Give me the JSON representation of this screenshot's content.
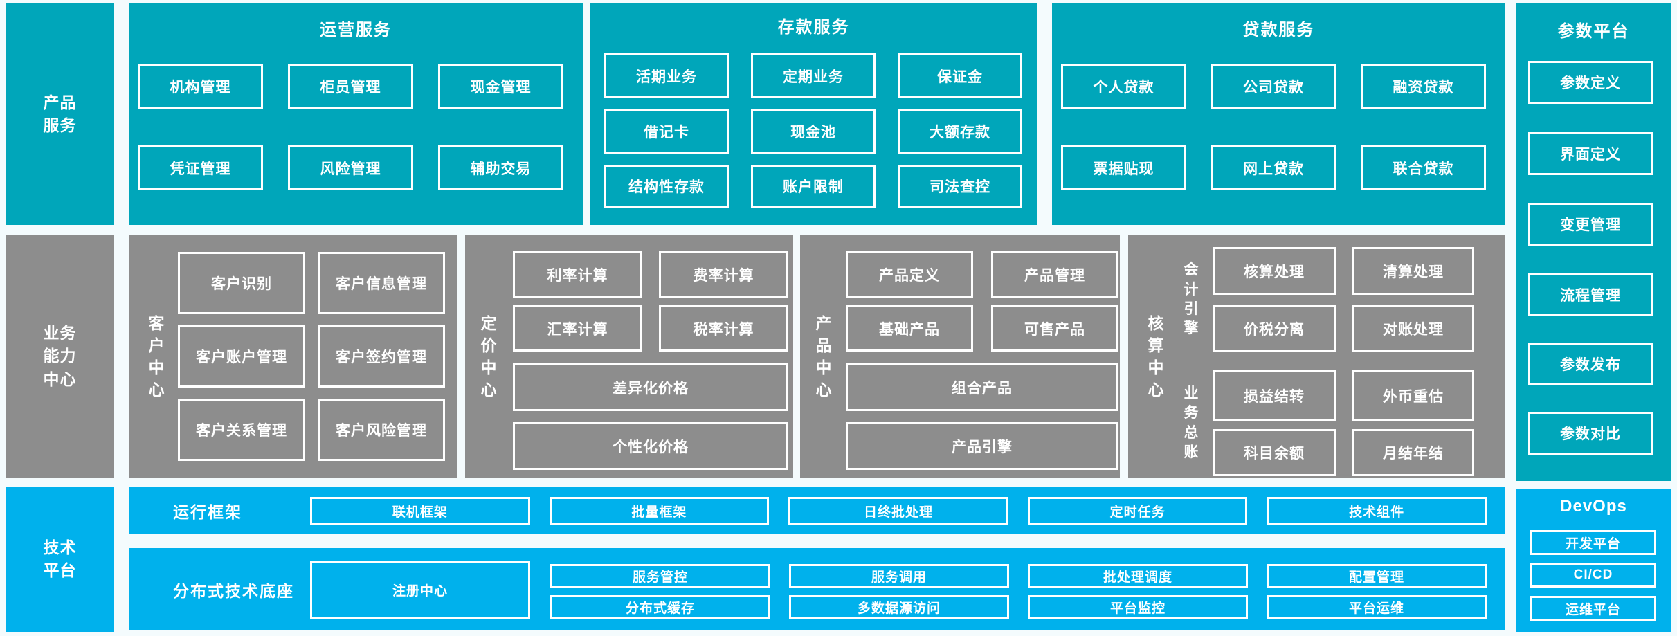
{
  "colors": {
    "teal": "#00a6ba",
    "gray": "#8d8d8d",
    "blue": "#00b1ec",
    "box_border": "#ffffff",
    "text": "#ffffff",
    "background": "#f4fbfd"
  },
  "product_row": {
    "label": "产品\n服务",
    "ops": {
      "title": "运营服务",
      "items": [
        "机构管理",
        "柜员管理",
        "现金管理",
        "凭证管理",
        "风险管理",
        "辅助交易"
      ]
    },
    "dep": {
      "title": "存款服务",
      "items": [
        "活期业务",
        "定期业务",
        "保证金",
        "借记卡",
        "现金池",
        "大额存款",
        "结构性存款",
        "账户限制",
        "司法查控"
      ]
    },
    "loan": {
      "title": "贷款服务",
      "items": [
        "个人贷款",
        "公司贷款",
        "融资贷款",
        "票据贴现",
        "网上贷款",
        "联合贷款"
      ]
    }
  },
  "business_row": {
    "label": "业务\n能力\n中心",
    "cust": {
      "title": "客户中心",
      "items": [
        "客户识别",
        "客户信息管理",
        "客户账户管理",
        "客户签约管理",
        "客户关系管理",
        "客户风险管理"
      ]
    },
    "price": {
      "title": "定价中心",
      "grid": [
        "利率计算",
        "费率计算",
        "汇率计算",
        "税率计算"
      ],
      "wide": [
        "差异化价格",
        "个性化价格"
      ]
    },
    "prod": {
      "title": "产品中心",
      "grid": [
        "产品定义",
        "产品管理",
        "基础产品",
        "可售产品"
      ],
      "wide": [
        "组合产品",
        "产品引擎"
      ]
    },
    "acct": {
      "title": "核算中心",
      "engine": {
        "label": "会计引擎",
        "items": [
          "核算处理",
          "清算处理",
          "价税分离",
          "对账处理"
        ]
      },
      "ledger": {
        "label": "业务总账",
        "items": [
          "损益结转",
          "外币重估",
          "科目余额",
          "月结年结"
        ]
      }
    }
  },
  "tech_row": {
    "label": "技术\n平台",
    "runtime": {
      "title": "运行框架",
      "items": [
        "联机框架",
        "批量框架",
        "日终批处理",
        "定时任务",
        "技术组件"
      ]
    },
    "base": {
      "title": "分布式技术底座",
      "registry": "注册中心",
      "cols": [
        [
          "服务管控",
          "分布式缓存"
        ],
        [
          "服务调用",
          "多数据源访问"
        ],
        [
          "批处理调度",
          "平台监控"
        ],
        [
          "配置管理",
          "平台运维"
        ]
      ]
    }
  },
  "param_platform": {
    "title": "参数平台",
    "items": [
      "参数定义",
      "界面定义",
      "变更管理",
      "流程管理",
      "参数发布",
      "参数对比"
    ]
  },
  "devops": {
    "title": "DevOps",
    "items": [
      "开发平台",
      "CI/CD",
      "运维平台"
    ]
  }
}
